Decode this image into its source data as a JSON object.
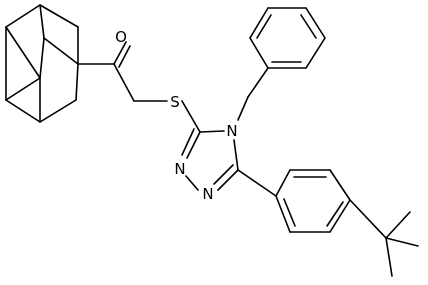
{
  "molecule": {
    "atoms": {
      "oxygen": "O",
      "sulfur": "S",
      "n4": "N",
      "n1": "N",
      "n2": "N"
    },
    "colors": {
      "bond": "#000000",
      "label": "#000000",
      "background": "#ffffff"
    }
  }
}
